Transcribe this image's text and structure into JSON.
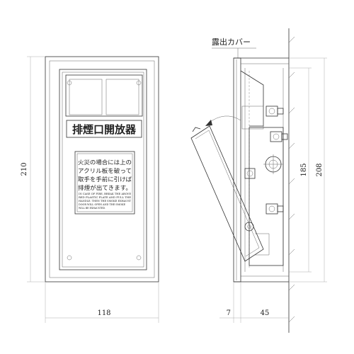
{
  "front_view": {
    "title_label": "排煙口開放器",
    "instructions_jp": [
      "火災の場合には上の",
      "アクリル板を破って",
      "取手を手前に引けば",
      "排煙が出てきます。"
    ],
    "instructions_en": [
      "IN CASE OF FIRE, BREAK THE ABOVE",
      "RED PLASTIC PLATE AND PULL THE",
      "HANDLE.    THEN THE SMOKE EXHAUST",
      "DOOR WILL OPEN AND THE SMOKE",
      "WILL BE EXHAUSTED."
    ],
    "dim_height": "210",
    "dim_width": "118"
  },
  "side_view": {
    "cover_label": "露出カバー",
    "dim_inner_height": "185",
    "dim_outer_height": "208",
    "dim_cover_depth": "7",
    "dim_body_depth": "45"
  },
  "colors": {
    "line": "#333333",
    "light_line": "#999999",
    "background": "#ffffff"
  }
}
